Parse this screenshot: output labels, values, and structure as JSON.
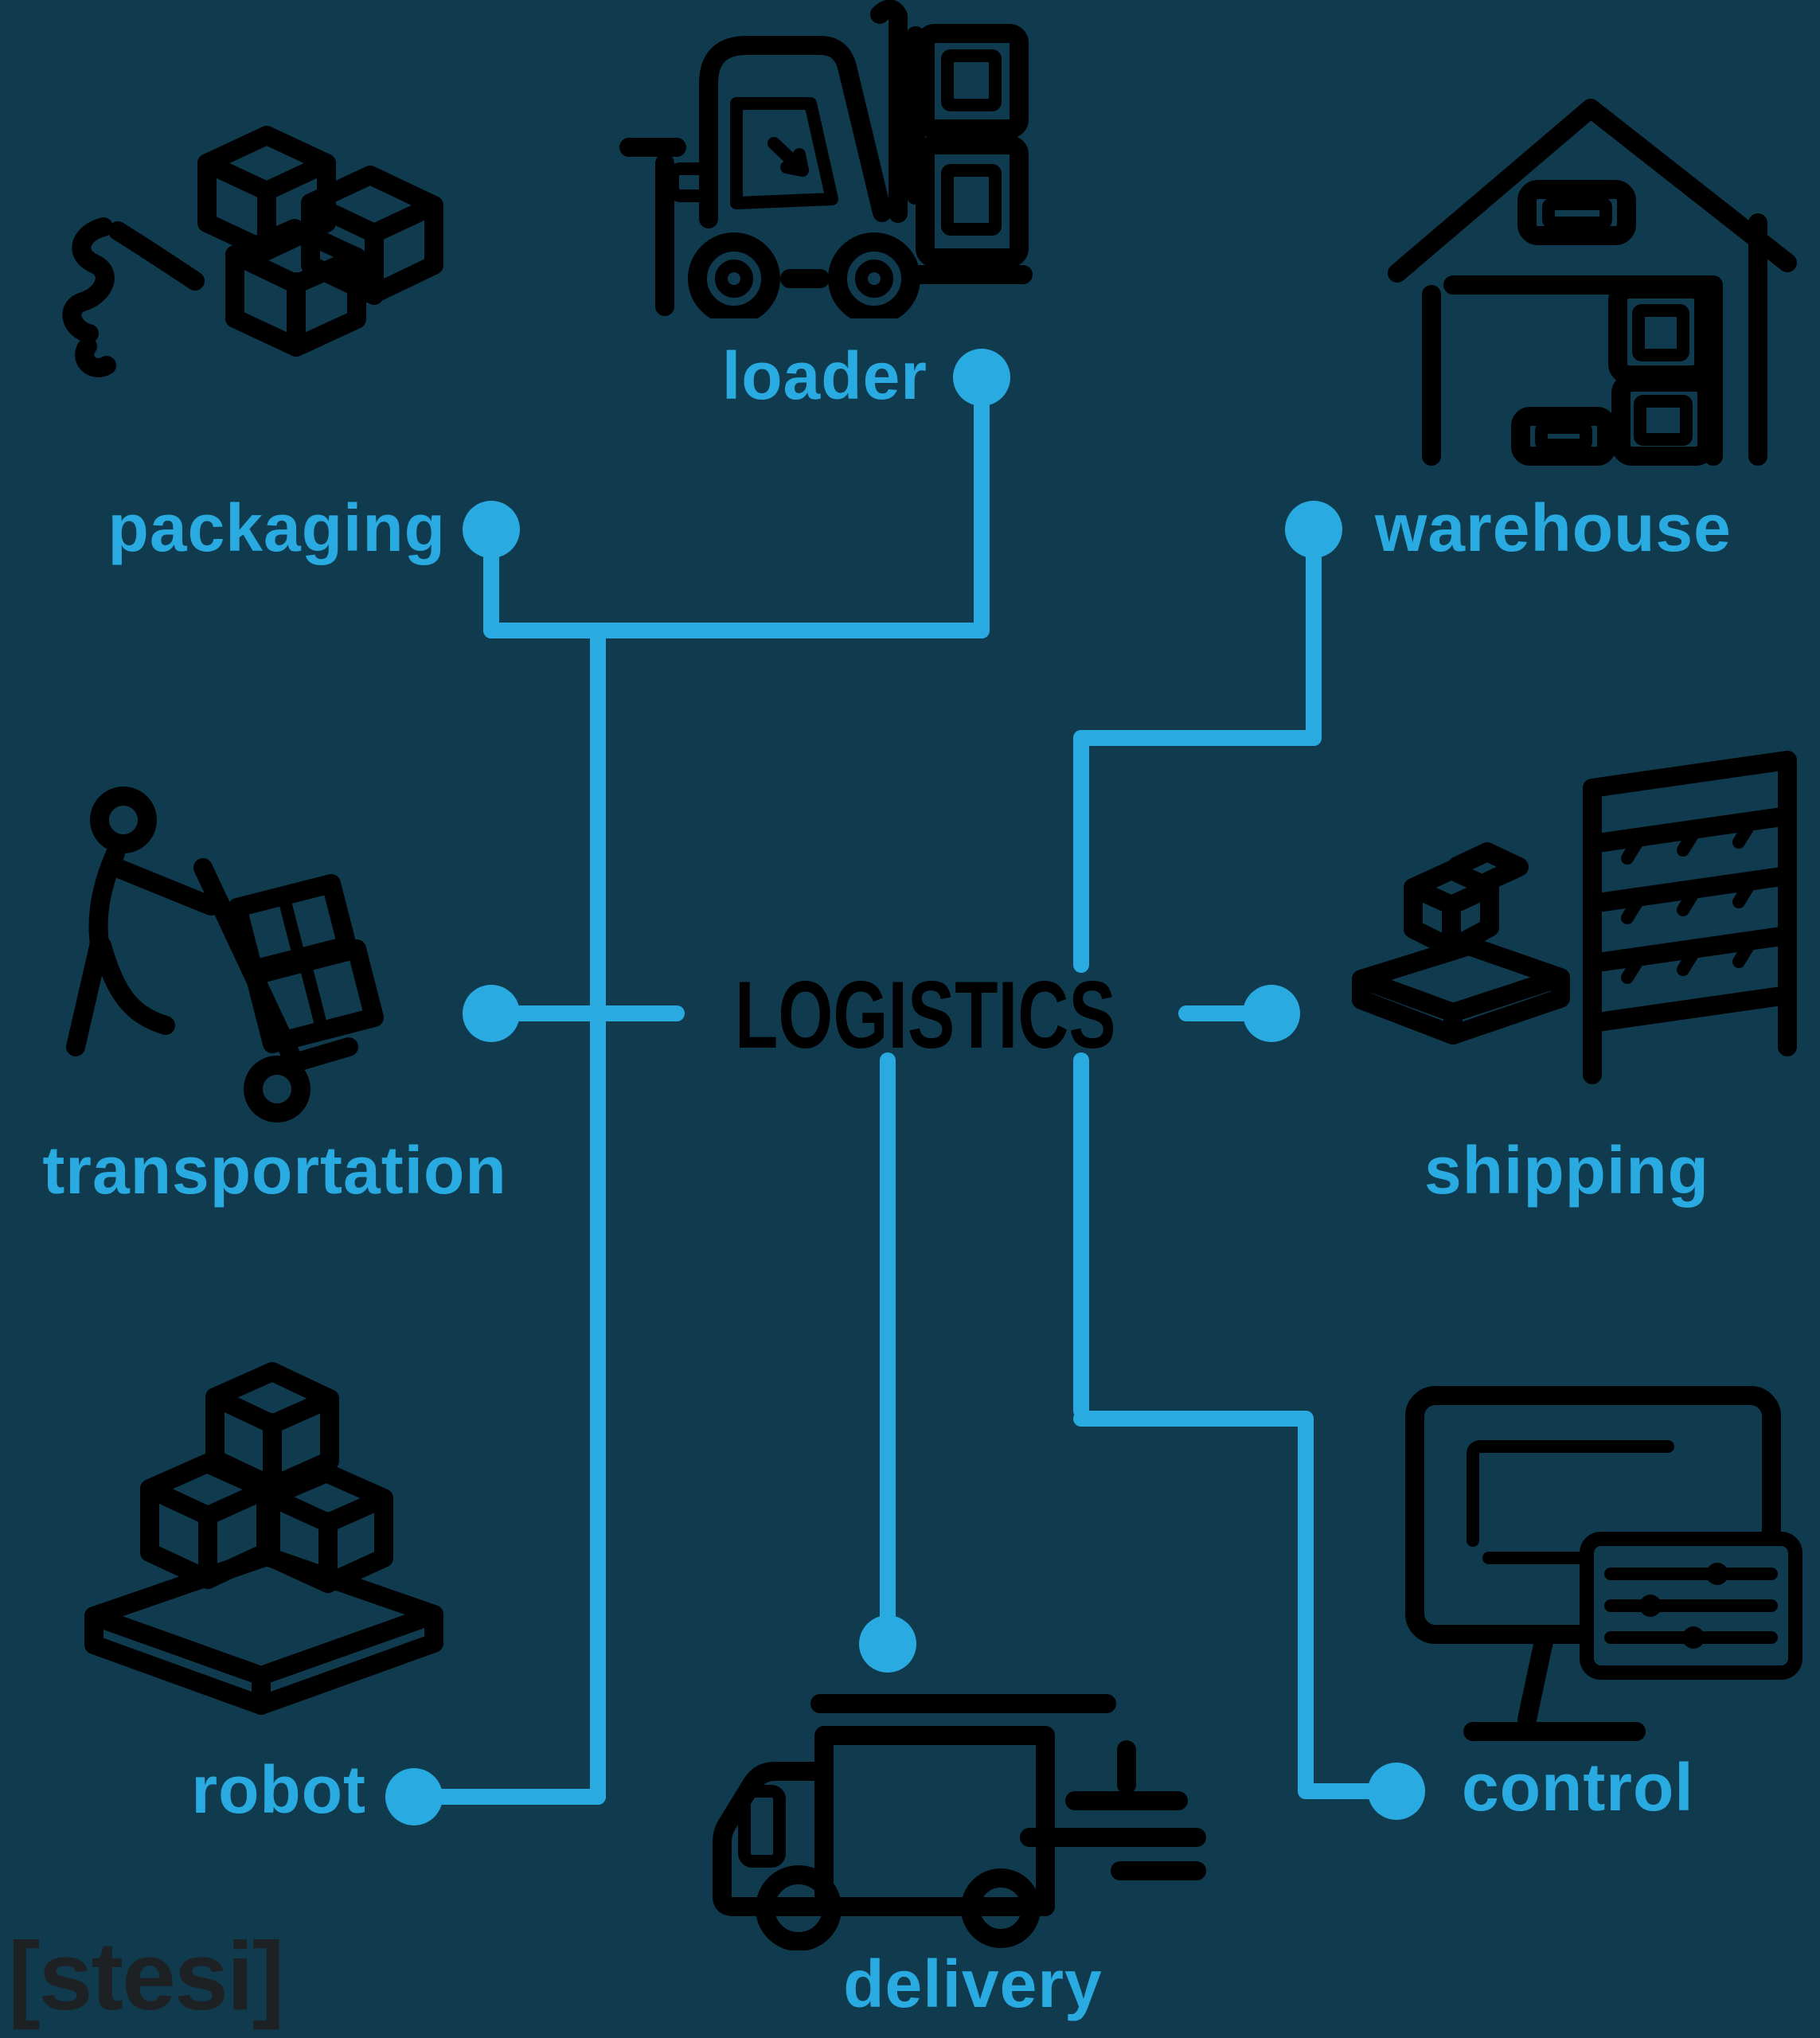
{
  "page": {
    "background": "#103b4f",
    "accent": "#29abe2",
    "ink": "#000000",
    "watermark_color": "#1d2124"
  },
  "center": {
    "title": "LOGISTICS"
  },
  "watermark": {
    "text": "[stesi]"
  },
  "nodes": [
    {
      "id": "packaging",
      "label": "packaging",
      "icon": "boxes-with-rope-icon"
    },
    {
      "id": "loader",
      "label": "loader",
      "icon": "forklift-icon"
    },
    {
      "id": "warehouse",
      "label": "warehouse",
      "icon": "warehouse-building-icon"
    },
    {
      "id": "transportation",
      "label": "transportation",
      "icon": "worker-hand-truck-icon"
    },
    {
      "id": "shipping",
      "label": "shipping",
      "icon": "pallet-and-rack-icon"
    },
    {
      "id": "robot",
      "label": "robot",
      "icon": "boxes-on-platform-icon"
    },
    {
      "id": "delivery",
      "label": "delivery",
      "icon": "delivery-truck-icon"
    },
    {
      "id": "control",
      "label": "control",
      "icon": "monitor-settings-icon"
    }
  ]
}
